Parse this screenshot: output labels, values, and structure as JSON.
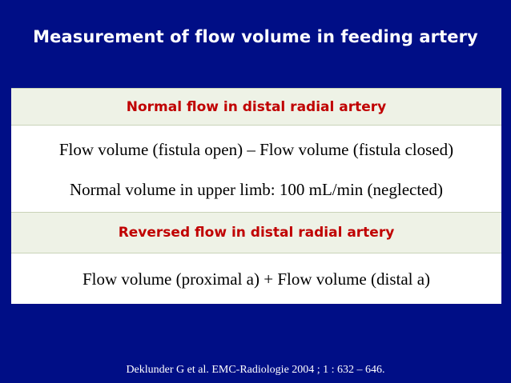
{
  "slide": {
    "title": "Measurement of flow volume in feeding artery",
    "sections": [
      {
        "header": "Normal flow in distal radial artery",
        "lines": [
          "Flow volume (fistula open) – Flow volume (fistula closed)",
          "Normal volume in upper limb: 100 mL/min (neglected)"
        ]
      },
      {
        "header": "Reversed flow in distal radial artery",
        "lines": [
          "Flow volume (proximal a) + Flow volume (distal a)"
        ]
      }
    ],
    "citation": "Deklunder G et al. EMC-Radiologie 2004 ; 1 : 632 – 646."
  },
  "colors": {
    "background": "#000e86",
    "header_text": "#c00000",
    "header_fill": "#eef2e6"
  }
}
